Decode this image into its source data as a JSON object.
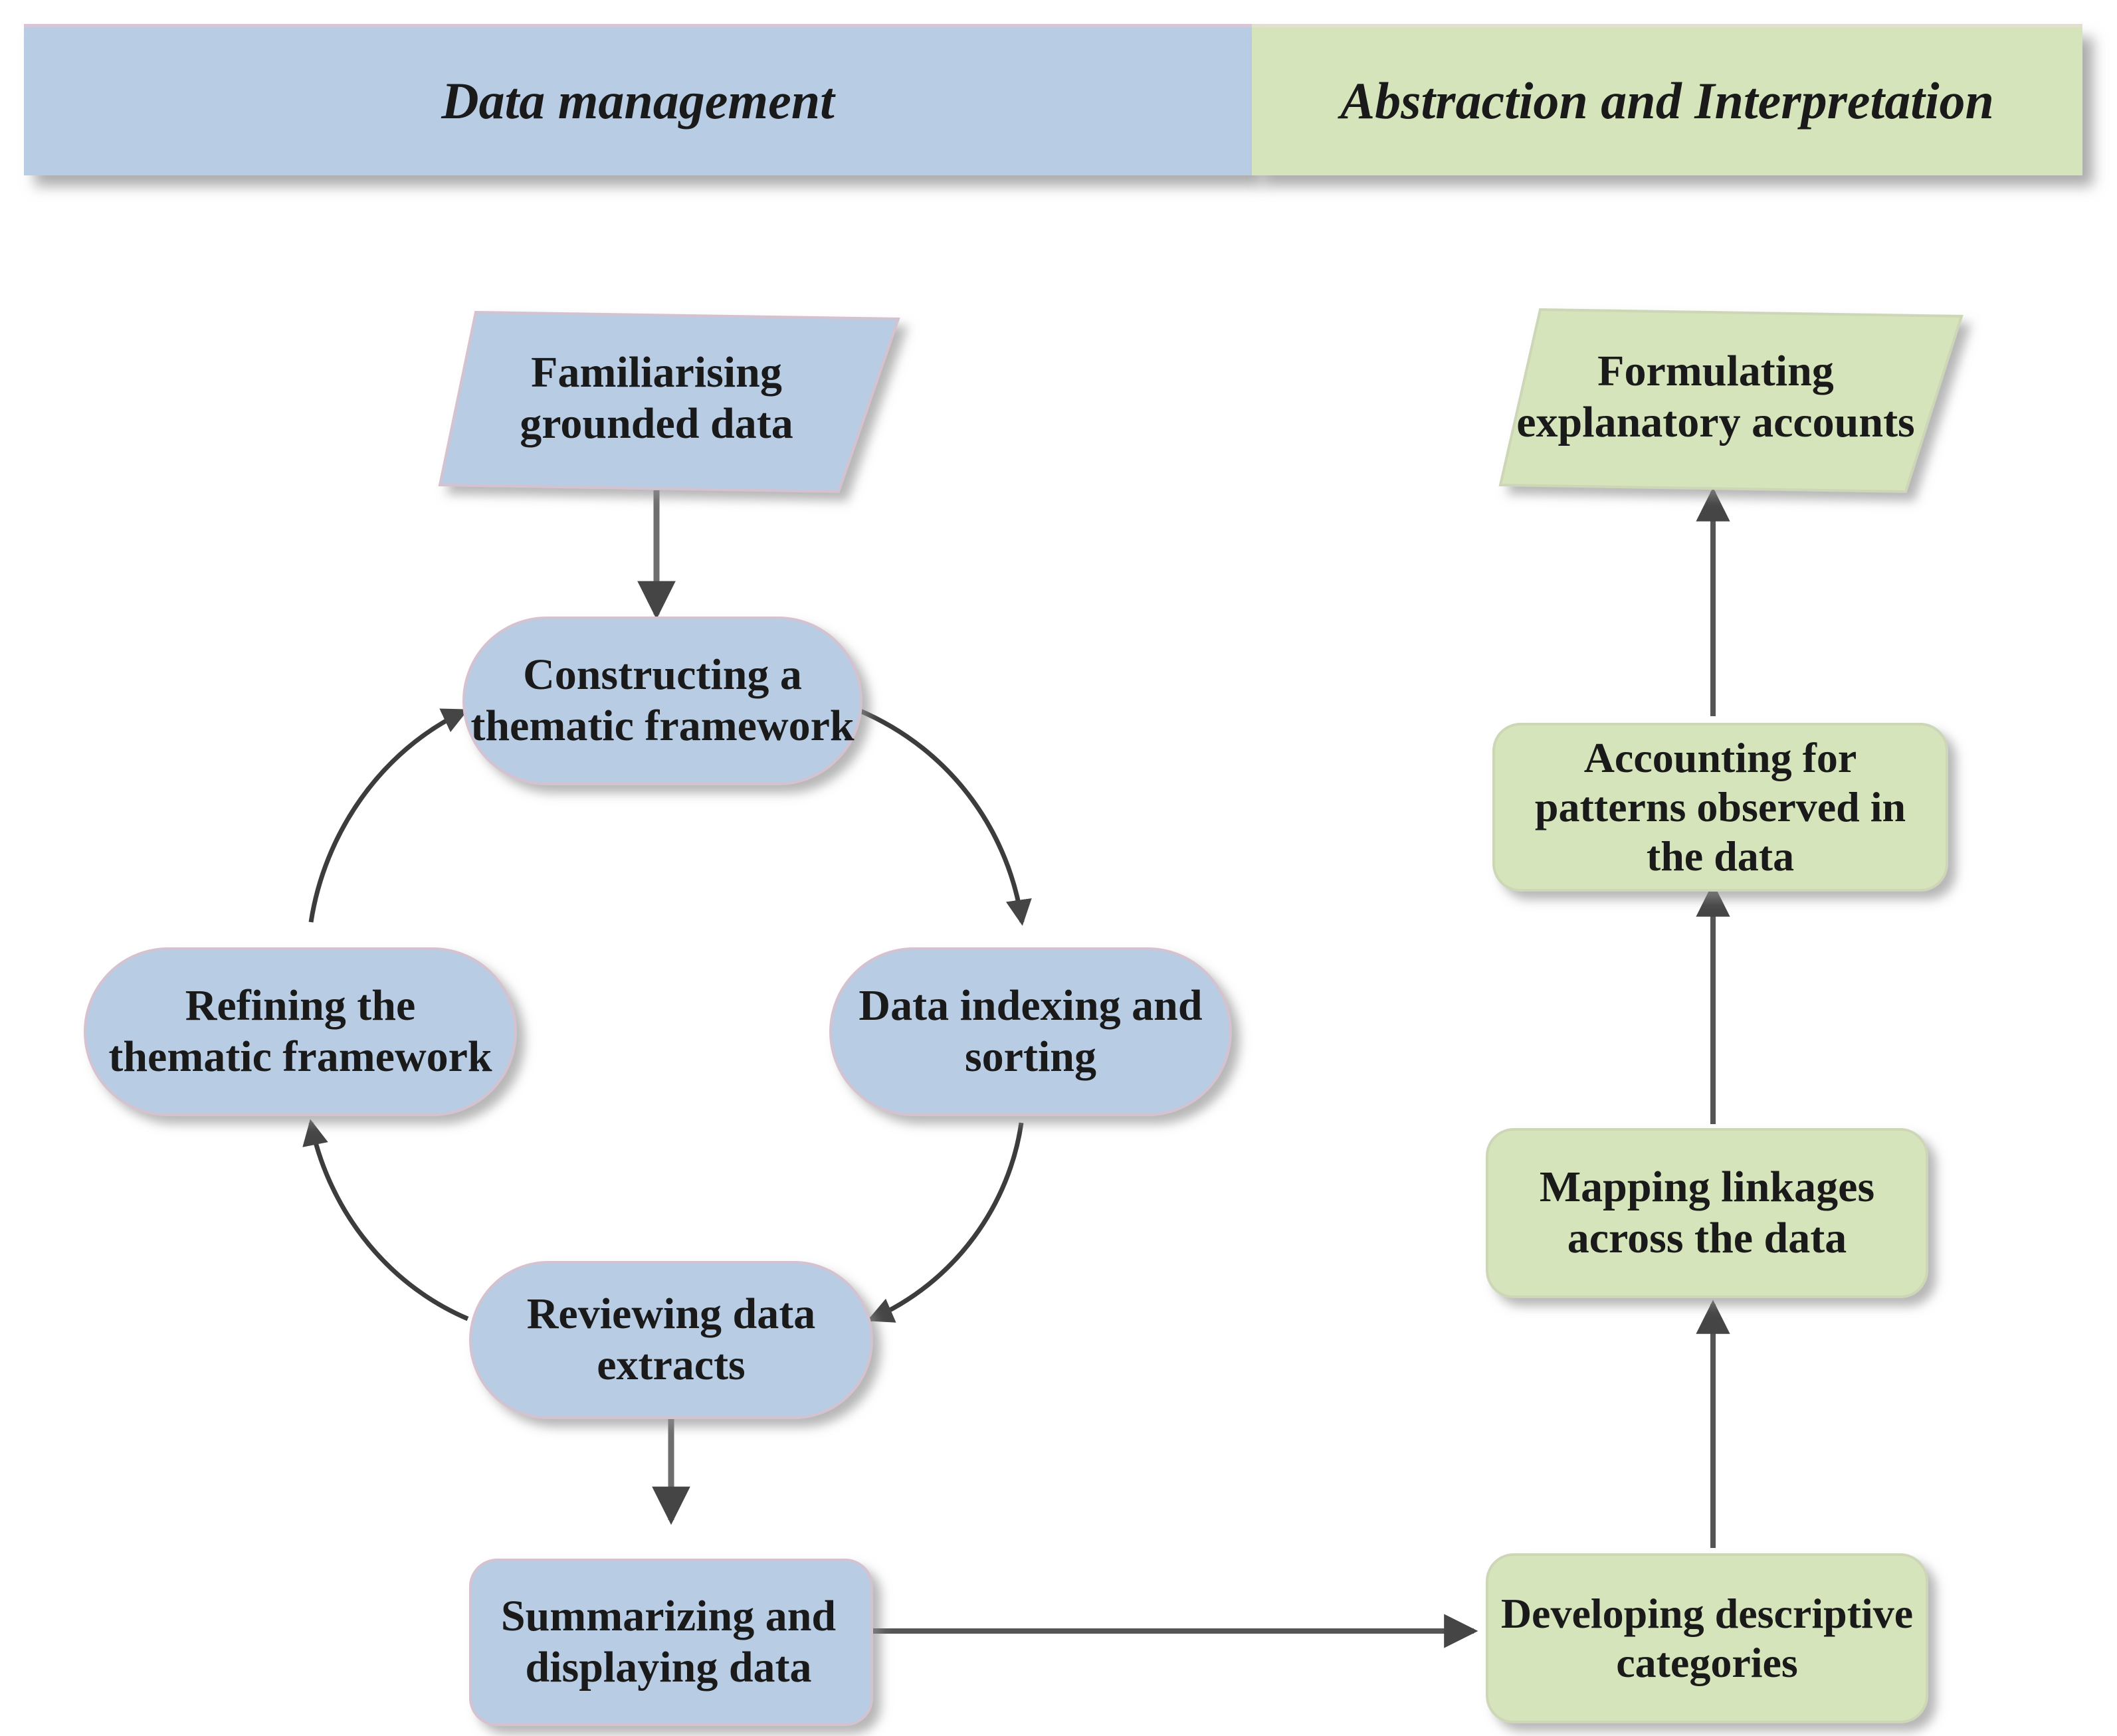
{
  "figure": {
    "title": "Framework analysis process diagram",
    "colors": {
      "blue_fill": "#b8cce4",
      "green_fill": "#d6e4bc",
      "node_edge": "#d9c8d4",
      "arrow": "#404040",
      "arc": "#3a3a3a",
      "text": "#1a1a1a",
      "shadow": "#9a9a9a",
      "background": "#ffffff"
    }
  },
  "header": {
    "bands": [
      {
        "id": "data-management",
        "label": "Data management",
        "color": "#b8cce4"
      },
      {
        "id": "abstraction-interpretation",
        "label": "Abstraction and Interpretation",
        "color": "#d6e4bc"
      }
    ]
  },
  "nodes": {
    "familiarising": {
      "label": "Familiarising\ngrounded data",
      "shape": "parallelogram",
      "color": "#b8cce4",
      "column": "data-management"
    },
    "constructing": {
      "label": "Constructing a\nthematic framework",
      "shape": "stadium",
      "color": "#b8cce4",
      "column": "data-management"
    },
    "indexing": {
      "label": "Data indexing and\nsorting",
      "shape": "stadium",
      "color": "#b8cce4",
      "column": "data-management"
    },
    "reviewing": {
      "label": "Reviewing data\nextracts",
      "shape": "stadium",
      "color": "#b8cce4",
      "column": "data-management"
    },
    "refining": {
      "label": "Refining the\nthematic framework",
      "shape": "stadium",
      "color": "#b8cce4",
      "column": "data-management"
    },
    "summarizing": {
      "label": "Summarizing and\ndisplaying data",
      "shape": "rounded-rect",
      "color": "#b8cce4",
      "column": "data-management"
    },
    "developing": {
      "label": "Developing descriptive\ncategories",
      "shape": "rounded-rect",
      "color": "#d6e4bc",
      "column": "abstraction-interpretation"
    },
    "mapping": {
      "label": "Mapping linkages\nacross the data",
      "shape": "rounded-rect",
      "color": "#d6e4bc",
      "column": "abstraction-interpretation"
    },
    "accounting": {
      "label": "Accounting for\npatterns observed in\nthe data",
      "shape": "rounded-rect",
      "color": "#d6e4bc",
      "column": "abstraction-interpretation"
    },
    "formulating": {
      "label": "Formulating\nexplanatory accounts",
      "shape": "parallelogram",
      "color": "#d6e4bc",
      "column": "abstraction-interpretation"
    }
  },
  "edges": [
    {
      "id": "familiarising-to-constructing",
      "from": "familiarising",
      "to": "constructing",
      "style": "straight-arrow",
      "direction": "down"
    },
    {
      "id": "constructing-to-indexing",
      "from": "constructing",
      "to": "indexing",
      "style": "curved-arc",
      "direction": "clockwise"
    },
    {
      "id": "indexing-to-reviewing",
      "from": "indexing",
      "to": "reviewing",
      "style": "curved-arc",
      "direction": "clockwise"
    },
    {
      "id": "reviewing-to-refining",
      "from": "reviewing",
      "to": "refining",
      "style": "curved-arc",
      "direction": "clockwise"
    },
    {
      "id": "refining-to-constructing",
      "from": "refining",
      "to": "constructing",
      "style": "curved-arc",
      "direction": "clockwise"
    },
    {
      "id": "reviewing-to-summarizing",
      "from": "reviewing",
      "to": "summarizing",
      "style": "straight-arrow",
      "direction": "down"
    },
    {
      "id": "summarizing-to-developing",
      "from": "summarizing",
      "to": "developing",
      "style": "straight-arrow",
      "direction": "right"
    },
    {
      "id": "developing-to-mapping",
      "from": "developing",
      "to": "mapping",
      "style": "straight-arrow",
      "direction": "up"
    },
    {
      "id": "mapping-to-accounting",
      "from": "mapping",
      "to": "accounting",
      "style": "straight-arrow",
      "direction": "up"
    },
    {
      "id": "accounting-to-formulating",
      "from": "accounting",
      "to": "formulating",
      "style": "straight-arrow",
      "direction": "up"
    }
  ]
}
